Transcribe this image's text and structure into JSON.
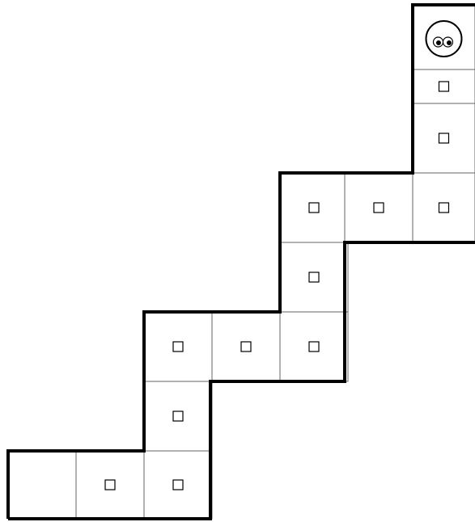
{
  "maze": {
    "cells": [
      {
        "id": "r1c1",
        "row": 1,
        "col": 1,
        "content": "none"
      },
      {
        "id": "r1c2",
        "row": 1,
        "col": 2,
        "content": "dot"
      },
      {
        "id": "r1c3",
        "row": 1,
        "col": 3,
        "content": "dot"
      },
      {
        "id": "r2c3",
        "row": 2,
        "col": 3,
        "content": "dot"
      },
      {
        "id": "r3c3",
        "row": 3,
        "col": 3,
        "content": "dot"
      },
      {
        "id": "r3c4",
        "row": 3,
        "col": 4,
        "content": "dot"
      },
      {
        "id": "r3c5",
        "row": 3,
        "col": 5,
        "content": "dot"
      },
      {
        "id": "r4c5",
        "row": 4,
        "col": 5,
        "content": "dot"
      },
      {
        "id": "r5c5",
        "row": 5,
        "col": 5,
        "content": "dot"
      },
      {
        "id": "r5c6",
        "row": 5,
        "col": 6,
        "content": "dot"
      },
      {
        "id": "r5c7",
        "row": 5,
        "col": 7,
        "content": "dot"
      },
      {
        "id": "r6c7",
        "row": 6,
        "col": 7,
        "content": "dot"
      },
      {
        "id": "r7c7",
        "row": 7,
        "col": 7,
        "content": "dot"
      },
      {
        "id": "r8c7",
        "row": 8,
        "col": 7,
        "content": "player"
      }
    ],
    "colors": {
      "background": "#ffffff",
      "cell_line": "#666666",
      "border": "#000000",
      "dot_stroke": "#000000"
    },
    "icons": {
      "player": "googly-eyes-icon",
      "dot": "square-dot-icon"
    }
  }
}
